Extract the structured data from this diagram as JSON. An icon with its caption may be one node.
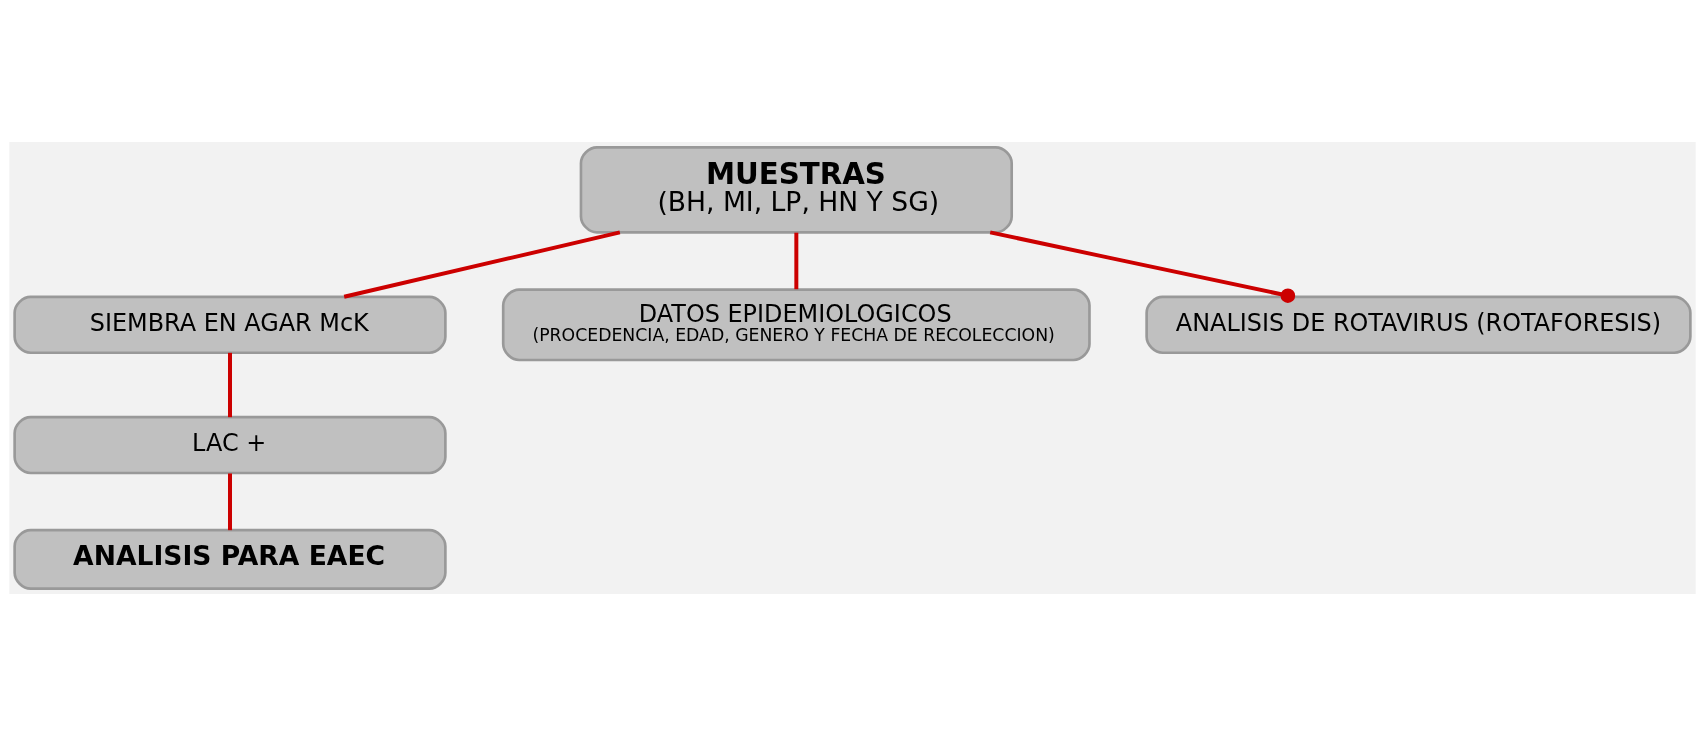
{
  "diagram": {
    "nodes": [
      {
        "text": [
          "MUESTRAS",
          "(BH, MI, LP, HN Y SG)"
        ]
      },
      {
        "text": [
          "SIEMBRA EN AGAR McK"
        ]
      },
      {
        "text": [
          "DATOS EPIDEMIOLOGICOS",
          "(PROCEDENCIA, EDAD, GENERO Y FECHA DE RECOLECCION)"
        ]
      },
      {
        "text": [
          "LAC +"
        ]
      },
      {
        "text": [
          "ANALISIS PARA EAEC"
        ]
      },
      {
        "text": [
          "ANALISIS DE ROTAVIRUS (ROTAFORESIS)"
        ]
      }
    ],
    "edges": [
      {
        "from": 0,
        "to": 1,
        "arrow": "none"
      },
      {
        "from": 0,
        "to": 2,
        "arrow": "none"
      },
      {
        "from": 1,
        "to": 3,
        "arrow": "none"
      },
      {
        "from": 3,
        "to": 4,
        "arrow": "none"
      },
      {
        "from": 0,
        "to": 5,
        "arrow": "other"
      }
    ]
  }
}
